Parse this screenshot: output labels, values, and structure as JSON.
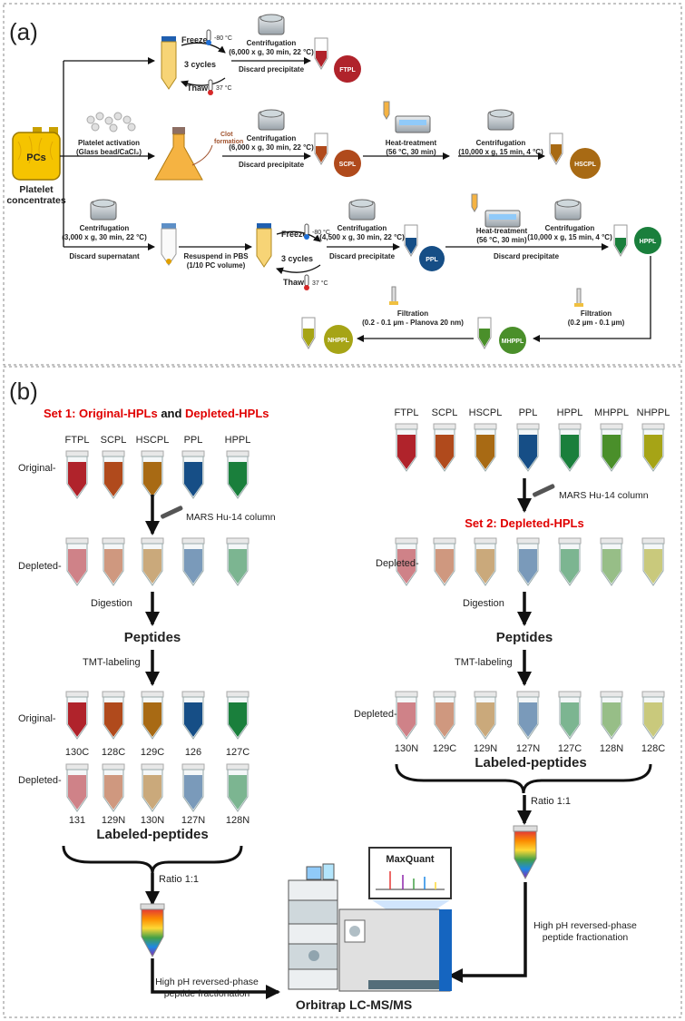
{
  "panel_a": {
    "label": "(a)",
    "pcs_bag": "PCs",
    "pcs_caption_1": "Platelet",
    "pcs_caption_2": "concentrates",
    "row1": {
      "freeze": "Freeze",
      "freeze_temp": "-80 °C",
      "cycles": "3 cycles",
      "thaw": "Thaw",
      "thaw_temp": "37 °C",
      "centrifuge_1": "Centrifugation",
      "centrifuge_2": "(6,000 x g, 30 min, 22 °C)",
      "discard": "Discard precipitate",
      "product": "FTPL"
    },
    "row2": {
      "activation_1": "Platelet activation",
      "activation_2": "(Glass bead/CaCl₂)",
      "clot_1": "Clot",
      "clot_2": "formation",
      "centrifuge_1": "Centrifugation",
      "centrifuge_2": "(6,000 x g, 30 min, 22 °C)",
      "discard": "Discard precipitate",
      "product1": "SCPL",
      "heat_1": "Heat-treatment",
      "heat_2": "(56 °C, 30 min)",
      "centrifuge2_1": "Centrifugation",
      "centrifuge2_2": "(10,000 x g, 15 min, 4 °C)",
      "product2": "HSCPL"
    },
    "row3": {
      "centrifuge_1": "Centrifugation",
      "centrifuge_2": "(3,000 x g, 30 min, 22 °C)",
      "discard_super": "Discard supernatant",
      "resuspend_1": "Resuspend in PBS",
      "resuspend_2": "(1/10 PC volume)",
      "freeze": "Freeze",
      "freeze_temp": "-80 °C",
      "cycles": "3 cycles",
      "thaw": "Thaw",
      "thaw_temp": "37 °C",
      "centrifuge2_1": "Centrifugation",
      "centrifuge2_2": "(4,500 x g, 30 min, 22 °C)",
      "discard": "Discard precipitate",
      "product1": "PPL",
      "heat_1": "Heat-treatment",
      "heat_2": "(56 °C, 30 min)",
      "centrifuge3_1": "Centrifugation",
      "centrifuge3_2": "(10,000 x g, 15 min, 4 °C)",
      "discard2": "Discard precipitate",
      "product2": "HPPL"
    },
    "row4": {
      "filt1_1": "Filtration",
      "filt1_2": "(0.2 µm - 0.1 µm)",
      "product1": "MHPPL",
      "filt2_1": "Filtration",
      "filt2_2": "(0.2 - 0.1 µm - Planova 20 nm)",
      "product2": "NHPPL"
    }
  },
  "panel_b": {
    "label": "(b)",
    "set1_title_a": "Set 1: Original-HPLs",
    "set1_title_and": " and ",
    "set1_title_b": "Depleted-HPLs",
    "set1_samples": [
      "FTPL",
      "SCPL",
      "HSCPL",
      "PPL",
      "HPPL"
    ],
    "original_label": "Original-",
    "depleted_label": "Depleted-",
    "column_label": "MARS Hu-14 column",
    "digestion": "Digestion",
    "peptides": "Peptides",
    "tmt": "TMT-labeling",
    "set1_orig_tags": [
      "130C",
      "128C",
      "129C",
      "126",
      "127C"
    ],
    "set1_depl_tags": [
      "131",
      "129N",
      "130N",
      "127N",
      "128N"
    ],
    "labeled_peptides": "Labeled-peptides",
    "ratio": "Ratio 1:1",
    "set2_title": "Set 2: Depleted-HPLs",
    "set2_samples": [
      "FTPL",
      "SCPL",
      "HSCPL",
      "PPL",
      "HPPL",
      "MHPPL",
      "NHPPL"
    ],
    "set2_tags": [
      "130N",
      "129C",
      "129N",
      "127N",
      "127C",
      "128N",
      "128C"
    ],
    "fractionation_1": "High pH reversed-phase",
    "fractionation_2": "peptide fractionation",
    "maxquant": "MaxQuant",
    "instrument": "Orbitrap LC-MS/MS"
  },
  "colors": {
    "FTPL": "#b0232b",
    "SCPL": "#b04a1c",
    "HSCPL": "#a86a14",
    "PPL": "#164e86",
    "HPPL": "#1a7f3c",
    "MHPPL": "#4a8f2a",
    "NHPPL": "#a6a416",
    "highlight": "#e00000",
    "arrow": "#111111"
  }
}
